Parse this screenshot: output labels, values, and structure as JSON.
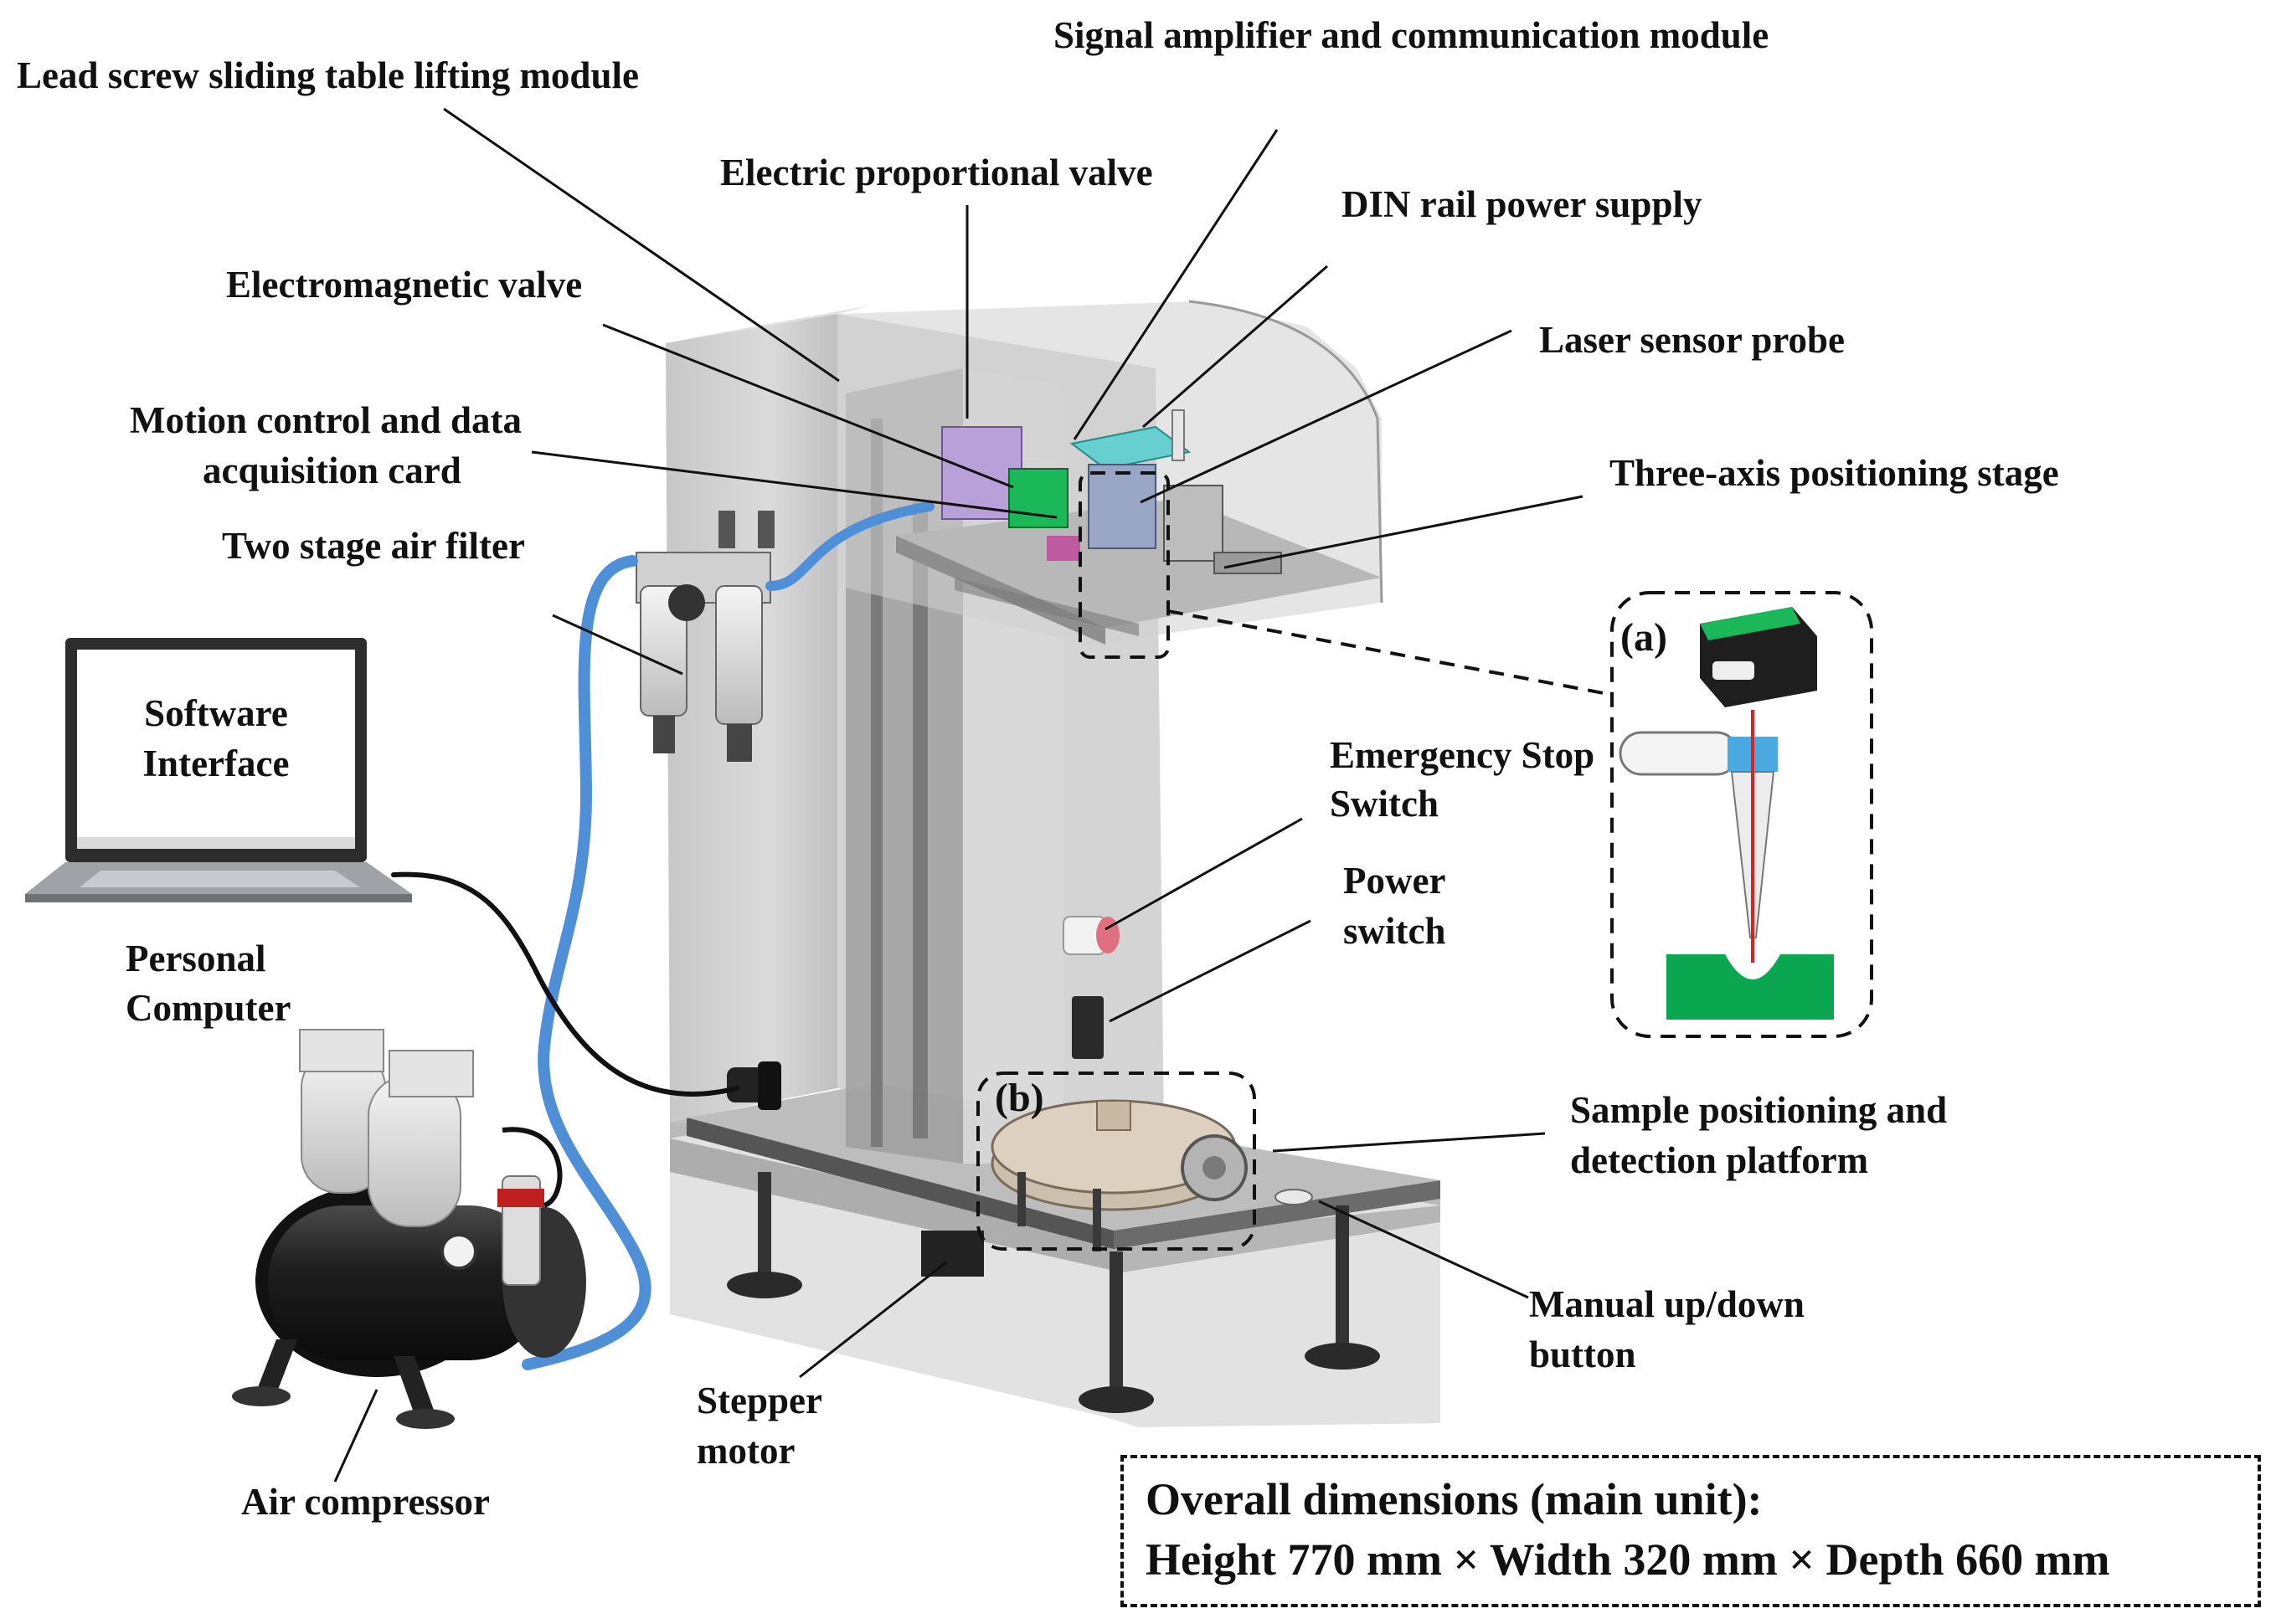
{
  "labels": {
    "lead_screw": "Lead screw sliding table lifting module",
    "signal_amp": "Signal amplifier and communication module",
    "electric_valve": "Electric proportional valve",
    "din_power": "DIN rail power supply",
    "electromagnetic_valve": "Electromagnetic valve",
    "laser_probe": "Laser sensor probe",
    "motion_control_l1": "Motion control and data",
    "motion_control_l2": "acquisition card",
    "three_axis": "Three-axis positioning stage",
    "air_filter": "Two stage air filter",
    "software_l1": "Software",
    "software_l2": "Interface",
    "estop_l1": "Emergency Stop",
    "estop_l2": "Switch",
    "power_l1": "Power",
    "power_l2": "switch",
    "pc_l1": "Personal",
    "pc_l2": "Computer",
    "sample_l1": "Sample positioning and",
    "sample_l2": "detection platform",
    "manual_l1": "Manual up/down",
    "manual_l2": "button",
    "stepper_l1": "Stepper",
    "stepper_l2": "motor",
    "compressor": "Air compressor",
    "detail_a": "(a)",
    "detail_b": "(b)"
  },
  "dimensions": {
    "line1": "Overall dimensions (main unit):",
    "line2": "Height 770 mm × Width 320 mm × Depth 660 mm"
  },
  "colors": {
    "cabinet": "#c9c9c9",
    "hose": "#4f8fd8",
    "laser": "#e02020",
    "green": "#1bb85a",
    "purple": "#b9a0d8",
    "cyan": "#66d0d0",
    "emergency": "#e07080"
  }
}
